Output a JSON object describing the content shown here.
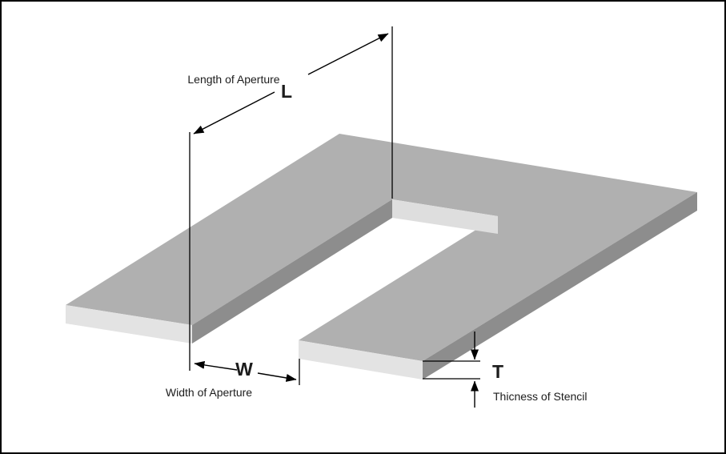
{
  "figure": {
    "annotations": {
      "length_symbol": "L",
      "length_label": "Length of Aperture",
      "width_symbol": "W",
      "width_label": "Width of Aperture",
      "thickness_symbol": "T",
      "thickness_label": "Thicness of Stencil"
    },
    "colors": {
      "background": "#ffffff",
      "border": "#000000",
      "stencil_top_face": "#b0b0b0",
      "stencil_side_face": "#8d8d8d",
      "stencil_front_face": "#e3e3e3",
      "aperture_end_wall": "#dedede",
      "dimension_lines": "#000000",
      "label_text": "#1c1c1c"
    }
  }
}
